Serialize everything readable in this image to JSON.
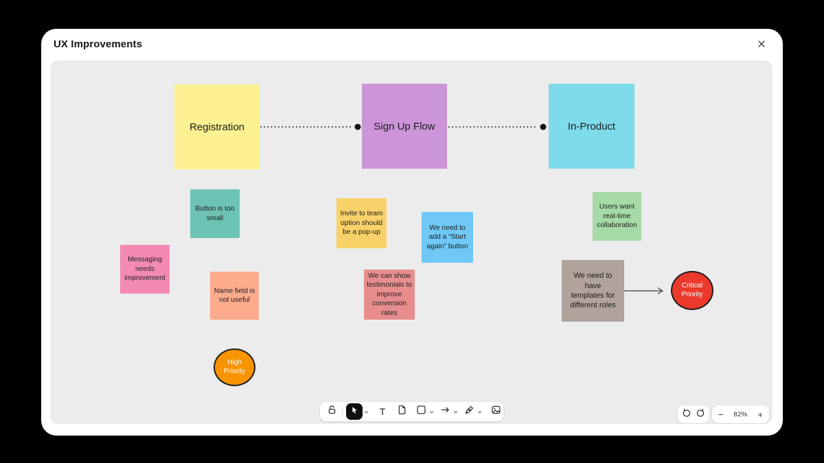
{
  "window": {
    "title": "UX Improvements"
  },
  "board": {
    "flow_notes": [
      {
        "label": "Registration",
        "color": "#FBF192"
      },
      {
        "label": "Sign Up Flow",
        "color": "#CC95D9"
      },
      {
        "label": "In-Product",
        "color": "#7EDBE9"
      }
    ],
    "sticky_notes": [
      {
        "text": "Button is too small",
        "color": "#6DC3B4"
      },
      {
        "text": "Messaging needs improvement",
        "color": "#F28AB3"
      },
      {
        "text": "Name field is not useful",
        "color": "#FCAB8D"
      },
      {
        "text": "Invite to team option should be a pop-up",
        "color": "#F8D169"
      },
      {
        "text": "We need to add a “Start again” button",
        "color": "#6FC8F6"
      },
      {
        "text": "We can show testimonials to improve conversion rates",
        "color": "#E88D8D"
      },
      {
        "text": "Users want real-time collaboration",
        "color": "#A6DAA6"
      },
      {
        "text": "We need to have templates for different roles",
        "color": "#B1A29C"
      }
    ],
    "priority_badges": [
      {
        "text": "High Priority",
        "color": "#F79400"
      },
      {
        "text": "Critical Priority",
        "color": "#EB392C"
      }
    ]
  },
  "toolbar": {
    "tools": [
      "lock",
      "select",
      "text",
      "note",
      "shape",
      "arrow",
      "draw",
      "media"
    ],
    "selected_tool": "select",
    "text_tool_label": "T"
  },
  "controls": {
    "zoom_out_label": "−",
    "zoom_level": "82%",
    "zoom_in_label": "+"
  },
  "colors": {
    "canvas_bg": "#ececec",
    "window_bg": "#ffffff",
    "outer_bg": "#000000",
    "note_text": "#1c1c1c"
  }
}
